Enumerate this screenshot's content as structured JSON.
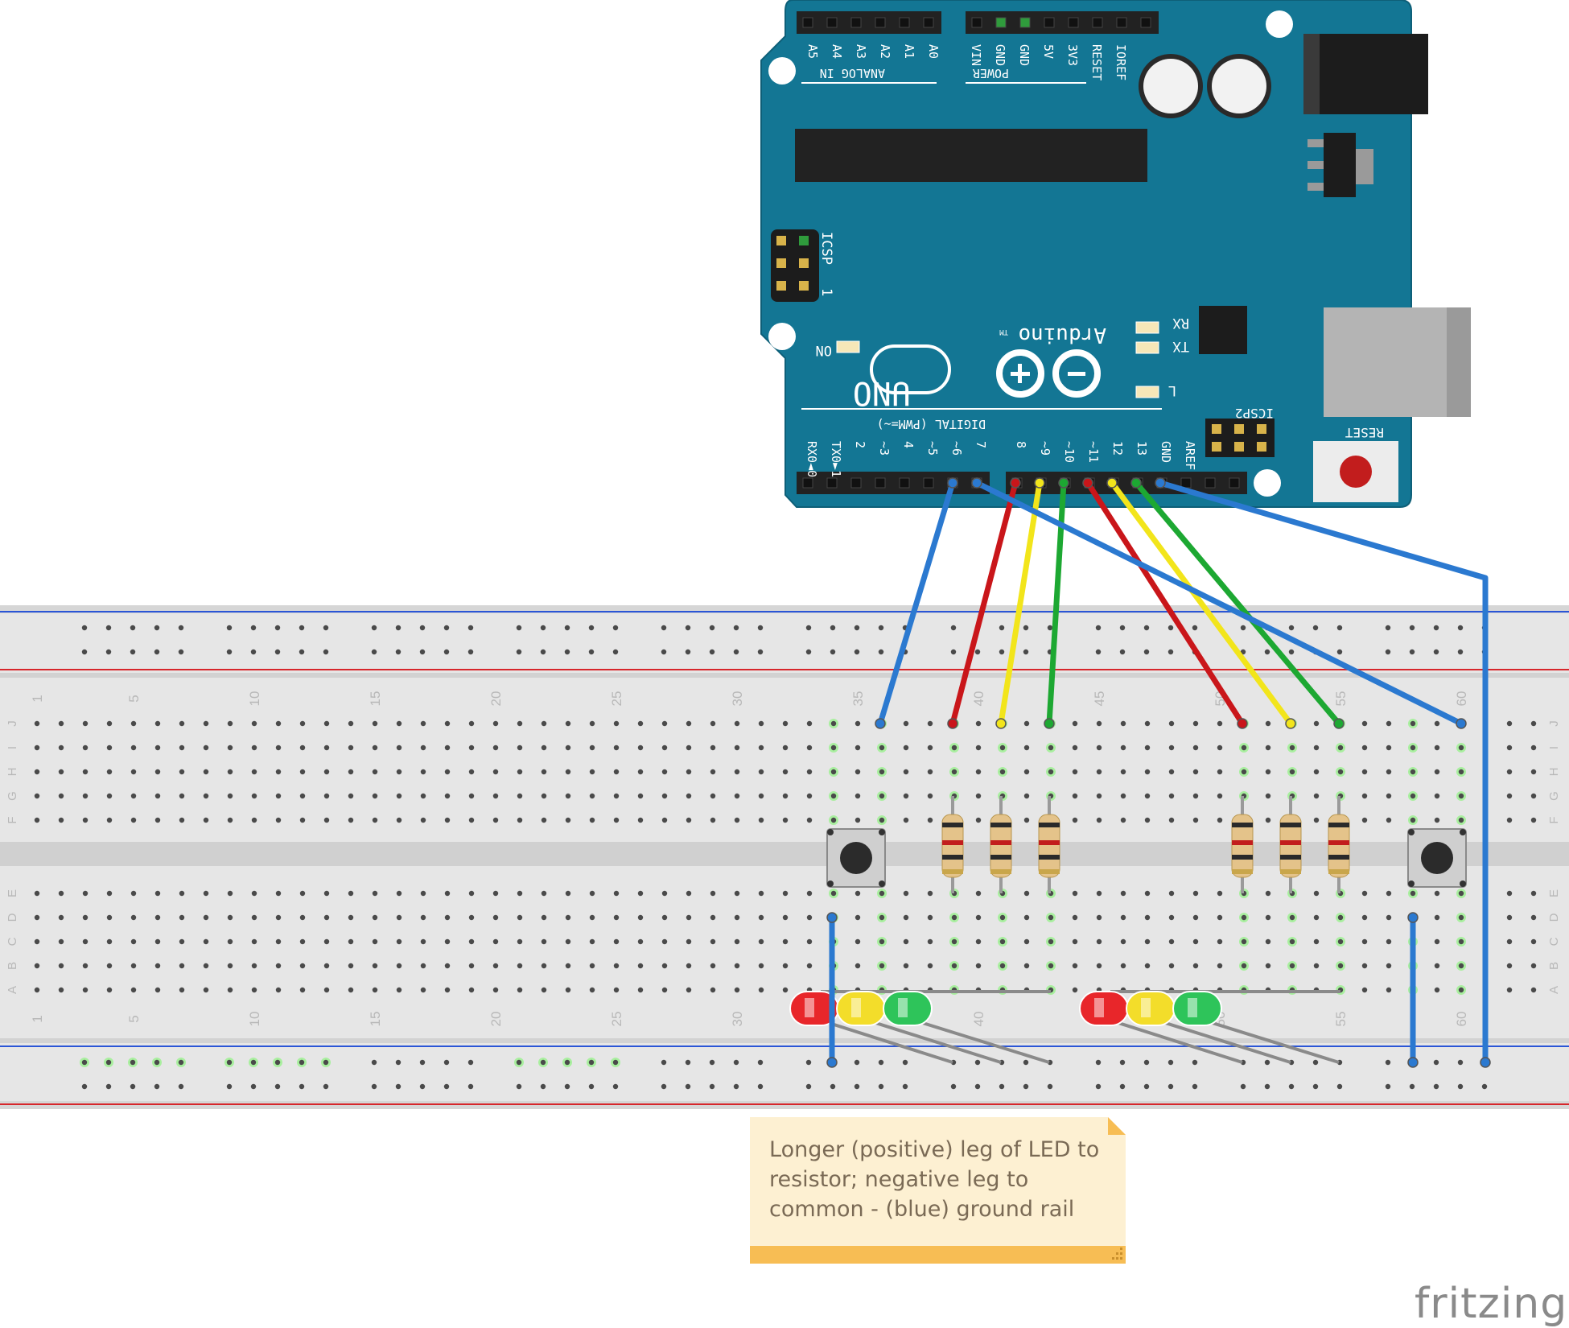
{
  "colors": {
    "board": "#137694",
    "board_edge": "#0e5f78",
    "header": "#222222",
    "breadboard": "#e4e4e4",
    "rail_red": "#d7262b",
    "rail_blue": "#2a55d6",
    "wire_blue": "#2b79d0",
    "wire_red": "#c9161a",
    "wire_yellow": "#f2e51b",
    "wire_green": "#1da832",
    "led_red": "#e8262a",
    "led_yellow": "#f3dd2a",
    "led_green": "#2ec45a",
    "note_bg": "#fdf0d2",
    "note_bar": "#f7bd54"
  },
  "arduino": {
    "analog_pins": [
      "A5",
      "A4",
      "A3",
      "A2",
      "A1",
      "A0"
    ],
    "analog_label": "ANALOG IN",
    "power_pins": [
      "IOREF",
      "RESET",
      "3V3",
      "5V",
      "GND",
      "GND",
      "VIN"
    ],
    "power_label": "POWER",
    "icsp_label": "ICSP",
    "icsp_pin1": "1",
    "icsp2_label": "ICSP2",
    "on_label": "ON",
    "rx_label": "RX",
    "tx_label": "TX",
    "l_label": "L",
    "brand": "Arduino",
    "tm": "TM",
    "model": "UNO",
    "digital_label": "DIGITAL (PWM=~)",
    "digital_pins": [
      "RX0◄0",
      "TX0►1",
      "2",
      "~3",
      "4",
      "~5",
      "~6",
      "7",
      "8",
      "~9",
      "~10",
      "~11",
      "12",
      "13",
      "GND",
      "AREF"
    ],
    "reset_label": "RESET"
  },
  "breadboard": {
    "column_numbers": [
      "1",
      "5",
      "10",
      "15",
      "20",
      "25",
      "30",
      "35",
      "40",
      "45",
      "50",
      "55",
      "60"
    ],
    "rows_top": [
      "J",
      "I",
      "H",
      "G",
      "F"
    ],
    "rows_bottom": [
      "E",
      "D",
      "C",
      "B",
      "A"
    ]
  },
  "note": {
    "text": "Longer (positive) leg of LED to resistor; negative leg to common - (blue) ground rail"
  },
  "brand": "fritzing"
}
